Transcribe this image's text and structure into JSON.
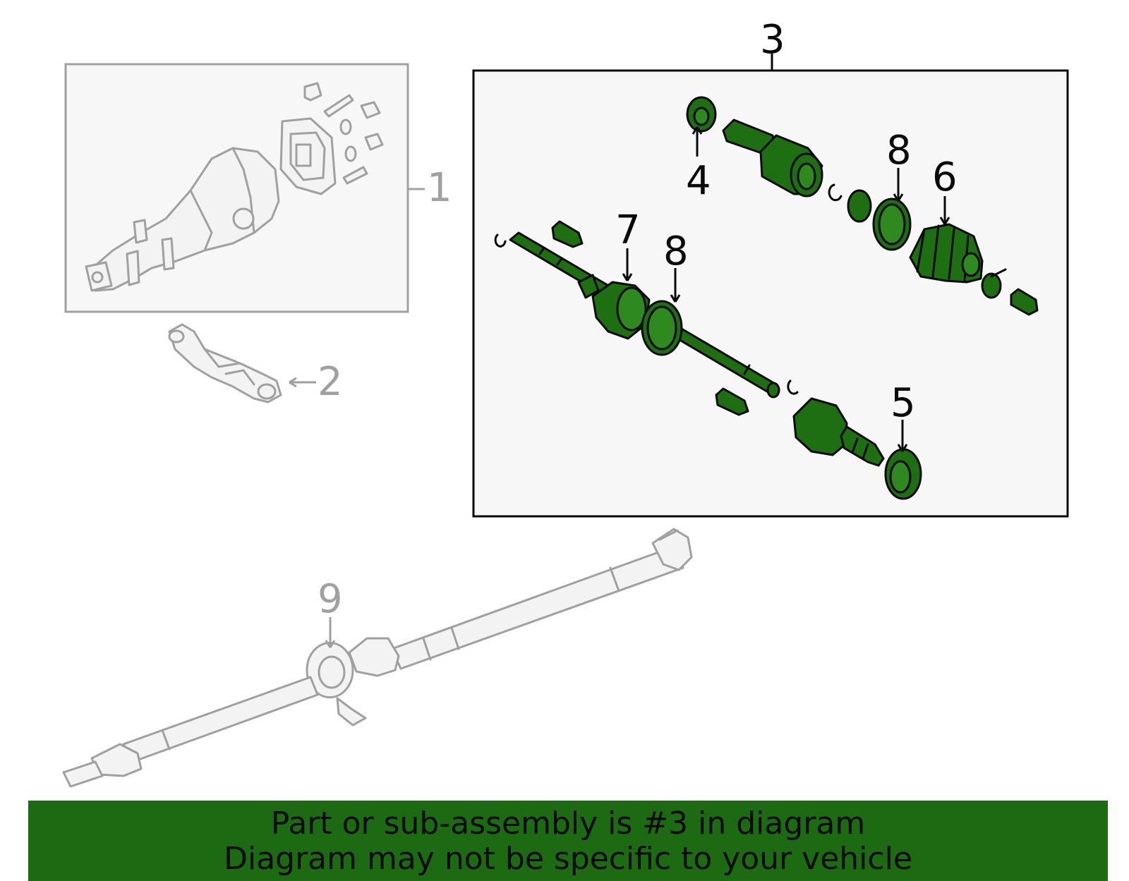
{
  "callouts": {
    "c1": "1",
    "c2": "2",
    "c3": "3",
    "c4": "4",
    "c5": "5",
    "c6": "6",
    "c7": "7",
    "c8a": "8",
    "c8b": "8",
    "c9": "9"
  },
  "banner": {
    "line1": "Part or sub-assembly is #3 in diagram",
    "line2": "Diagram may not be specific to your vehicle"
  },
  "colors": {
    "highlight_green": "#1e6e12",
    "banner_green": "#1c6b12",
    "muted_grey": "#a0a0a0",
    "panel_fill": "#f7f7f7"
  }
}
